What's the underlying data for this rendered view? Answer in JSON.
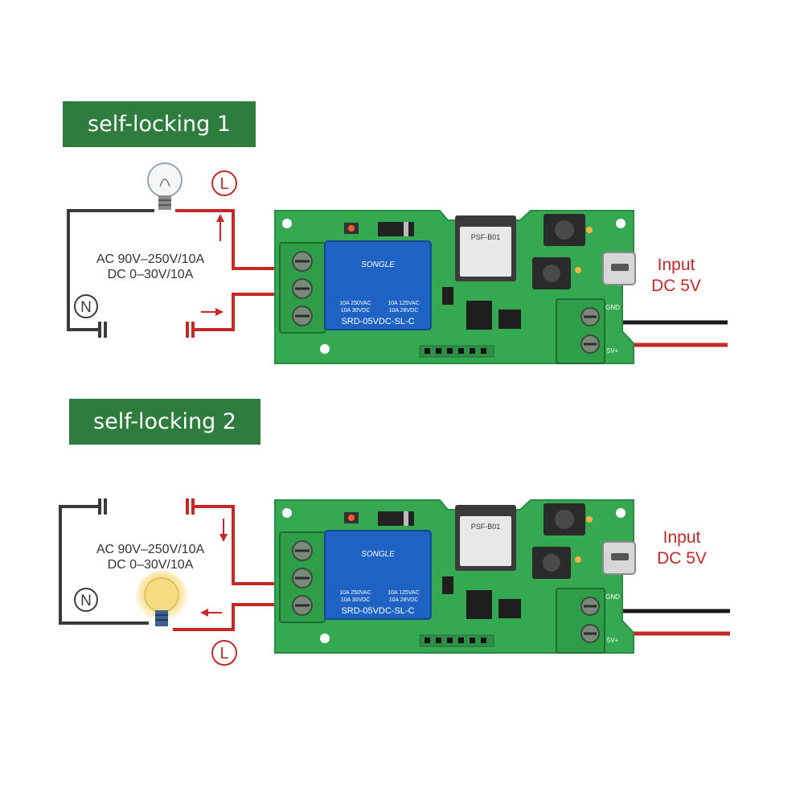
{
  "diagram1": {
    "title": "self-locking 1",
    "spec_line1": "AC 90V–250V/10A",
    "spec_line2": "DC 0–30V/10A",
    "live_symbol": "L",
    "neutral_symbol": "N",
    "input_line1": "Input",
    "input_line2": "DC 5V"
  },
  "diagram2": {
    "title": "self-locking 2",
    "spec_line1": "AC 90V–250V/10A",
    "spec_line2": "DC 0–30V/10A",
    "live_symbol": "L",
    "neutral_symbol": "N",
    "input_line1": "Input",
    "input_line2": "DC 5V"
  },
  "board": {
    "relay_brand": "SONGLE",
    "relay_model": "SRD-05VDC-SL-C",
    "relay_rating_left": "10A 250VAC",
    "relay_rating_left2": "10A 30VDC",
    "relay_rating_right": "10A 125VAC",
    "relay_rating_right2": "10A 28VDC",
    "module_label": "PSF-B01",
    "gnd_label": "GND",
    "vin_label": "5V+"
  },
  "colors": {
    "banner_green": "#2e7d3e",
    "wire_live": "#c62828",
    "wire_neutral": "#3a3a3a",
    "pcb_green": "#35a852",
    "relay_blue": "#1e63c4",
    "terminal_green": "#2e9e48"
  }
}
